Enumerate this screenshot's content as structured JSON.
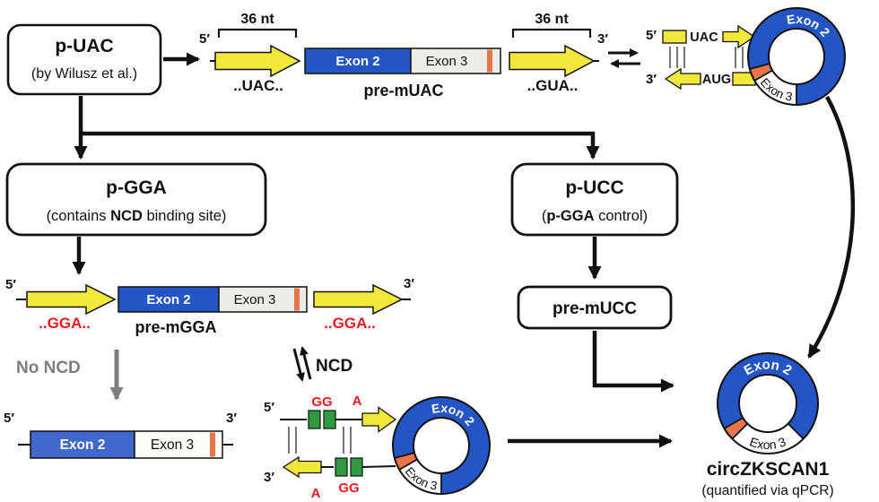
{
  "palette": {
    "yellow": "#F2E83B",
    "blue": "#2355C4",
    "blue_light": "#3E68C9",
    "exon3_gray": "#EDEDE7",
    "orange": "#E8744A",
    "green": "#2F9B40",
    "red": "#EC1B23",
    "gray": "#7F7F7F",
    "black": "#111111"
  },
  "p_uac": {
    "title": "p-UAC",
    "subtitle": "(by Wilusz et al.)"
  },
  "p_gga": {
    "title": "p-GGA",
    "sub_pre": "(contains ",
    "sub_bold": "NCD",
    "sub_post": " binding site)"
  },
  "p_ucc": {
    "title": "p-UCC",
    "sub_pre": "(",
    "sub_bold": "p-GGA",
    "sub_post": " control)"
  },
  "pre_mucc": {
    "title": "pre-mUCC"
  },
  "pre_muac": {
    "five": "5′",
    "three": "3′",
    "nt_left": "36 nt",
    "nt_right": "36 nt",
    "rep_left": "..UAC..",
    "rep_right": "..GUA..",
    "exon2": "Exon 2",
    "exon3": "Exon 3",
    "name": "pre-mUAC"
  },
  "hairpin_uac": {
    "five": "5′",
    "three": "3′",
    "top_seq": "UAC",
    "bottom_seq": "AUG",
    "exon2": "Exon 2",
    "exon3": "Exon 3"
  },
  "pre_mgga": {
    "five": "5′",
    "three": "3′",
    "rep_left": "..GGA..",
    "rep_right": "..GGA..",
    "exon2": "Exon 2",
    "exon3": "Exon 3",
    "name": "pre-mGGA"
  },
  "linear_product": {
    "five": "5′",
    "three": "3′",
    "exon2": "Exon 2",
    "exon3": "Exon 3"
  },
  "hairpin_gga": {
    "five": "5′",
    "three": "3′",
    "gg_top": "GG",
    "a_top": "A",
    "gg_bottom": "GG",
    "a_bottom": "A",
    "exon2": "Exon 2",
    "exon3": "Exon 3"
  },
  "ncd": {
    "label": "NCD",
    "no_ncd": "No NCD"
  },
  "circ": {
    "name": "circZKSCAN1",
    "note": "(quantified via qPCR)",
    "exon2": "Exon 2",
    "exon3": "Exon 3"
  }
}
